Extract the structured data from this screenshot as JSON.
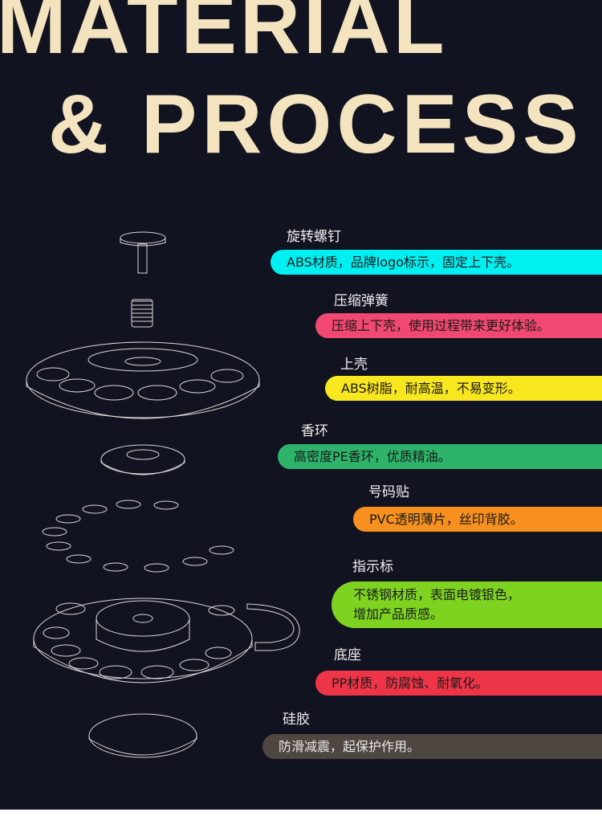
{
  "title": {
    "line1": "MATERIAL",
    "line2": "& PROCESS"
  },
  "parts": [
    {
      "name": "旋转螺钉",
      "desc": "ABS材质，品牌logo标示，固定上下壳。",
      "color": "#00f0f2"
    },
    {
      "name": "压缩弹簧",
      "desc": "压缩上下壳，使用过程带来更好体验。",
      "color": "#f04870"
    },
    {
      "name": "上壳",
      "desc": "ABS树脂，耐高温，不易变形。",
      "color": "#f8e61e"
    },
    {
      "name": "香环",
      "desc": "高密度PE香环，优质精油。",
      "color": "#2db36a"
    },
    {
      "name": "号码贴",
      "desc": "PVC透明薄片，丝印背胶。",
      "color": "#f7901e"
    },
    {
      "name": "指示标",
      "desc": "不锈钢材质，表面电镀银色，",
      "desc2": "增加产品质感。",
      "color": "#7ed321"
    },
    {
      "name": "底座",
      "desc": "PP材质，防腐蚀、耐氧化。",
      "color": "#ee3548"
    },
    {
      "name": "硅胶",
      "desc": "防滑减震，起保护作用。",
      "color": "#4f4541"
    }
  ]
}
